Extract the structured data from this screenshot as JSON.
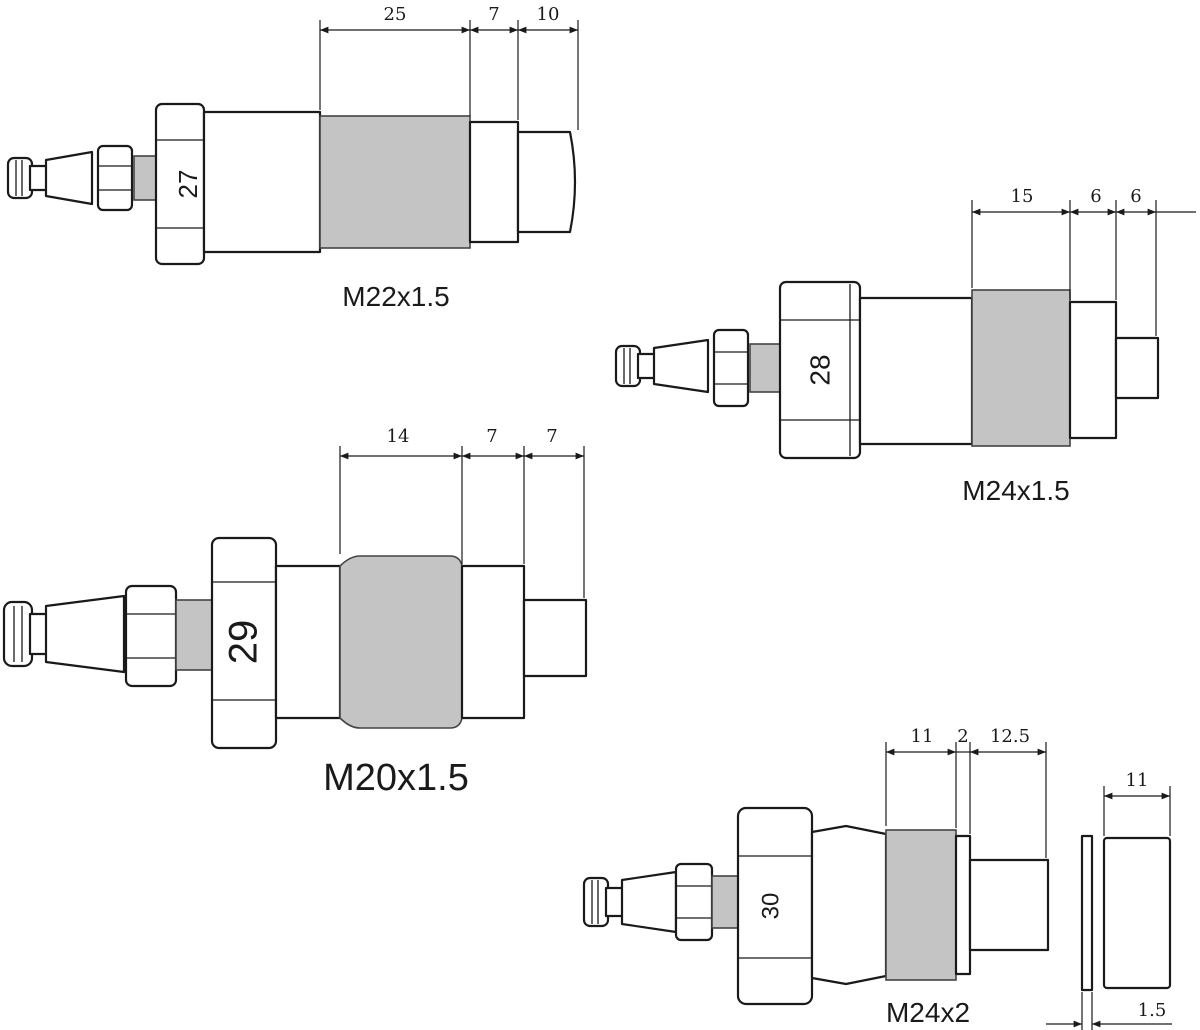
{
  "adapters": [
    {
      "id": "m22",
      "label": "M22x1.5",
      "hex_size": "27",
      "dimensions": [
        "25",
        "7",
        "10"
      ]
    },
    {
      "id": "m24-15",
      "label": "M24x1.5",
      "hex_size": "28",
      "dimensions": [
        "15",
        "6",
        "6"
      ]
    },
    {
      "id": "m20",
      "label": "M20x1.5",
      "hex_size": "29",
      "dimensions": [
        "14",
        "7",
        "7"
      ]
    },
    {
      "id": "m24-2",
      "label": "M24x2",
      "hex_size": "30",
      "dimensions": [
        "11",
        "2",
        "12.5"
      ],
      "washer_dimension": "11",
      "washer_thickness": "1.5"
    }
  ],
  "colors": {
    "line": "#1a1a1a",
    "thread_fill": "#c4c4c4"
  }
}
